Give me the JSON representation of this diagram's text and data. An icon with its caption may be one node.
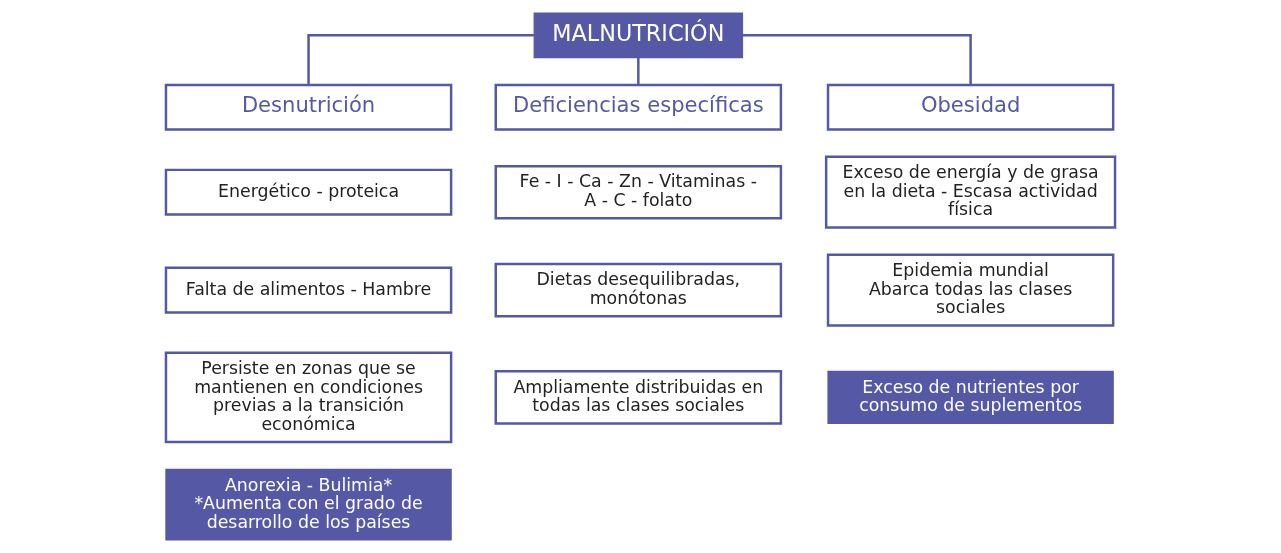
{
  "diagram": {
    "nodes": [
      {
        "text": [
          "MALNUTRICIÓN"
        ]
      },
      {
        "text": [
          "Desnutrición"
        ]
      },
      {
        "text": [
          "Deficiencias específicas"
        ]
      },
      {
        "text": [
          "Obesidad"
        ]
      },
      {
        "text": [
          "Energético - proteica"
        ]
      },
      {
        "text": [
          "Falta de alimentos - Hambre"
        ]
      },
      {
        "text": [
          "Persiste en zonas que se mantienen en condiciones previas a la transición económica"
        ]
      },
      {
        "text": [
          "Anorexia - Bulimia*",
          "*Aumenta con el grado de desarrollo de los países"
        ]
      },
      {
        "text": [
          "Fe - I - Ca - Zn - Vitaminas - A - C - folato"
        ]
      },
      {
        "text": [
          "Dietas desequilibradas, monótonas"
        ]
      },
      {
        "text": [
          "Ampliamente distribuidas en todas las clases sociales"
        ]
      },
      {
        "text": [
          "Exceso de energía y de grasa en la dieta - Escasa actividad física"
        ]
      },
      {
        "text": [
          "Epidemia mundial",
          "Abarca todas las clases sociales"
        ]
      },
      {
        "text": [
          "Exceso de nutrientes por consumo de suplementos"
        ]
      }
    ],
    "edges": [
      {
        "from": 0,
        "to": 1,
        "arrow": "none"
      },
      {
        "from": 0,
        "to": 2,
        "arrow": "none"
      },
      {
        "from": 0,
        "to": 3,
        "arrow": "none"
      }
    ]
  }
}
